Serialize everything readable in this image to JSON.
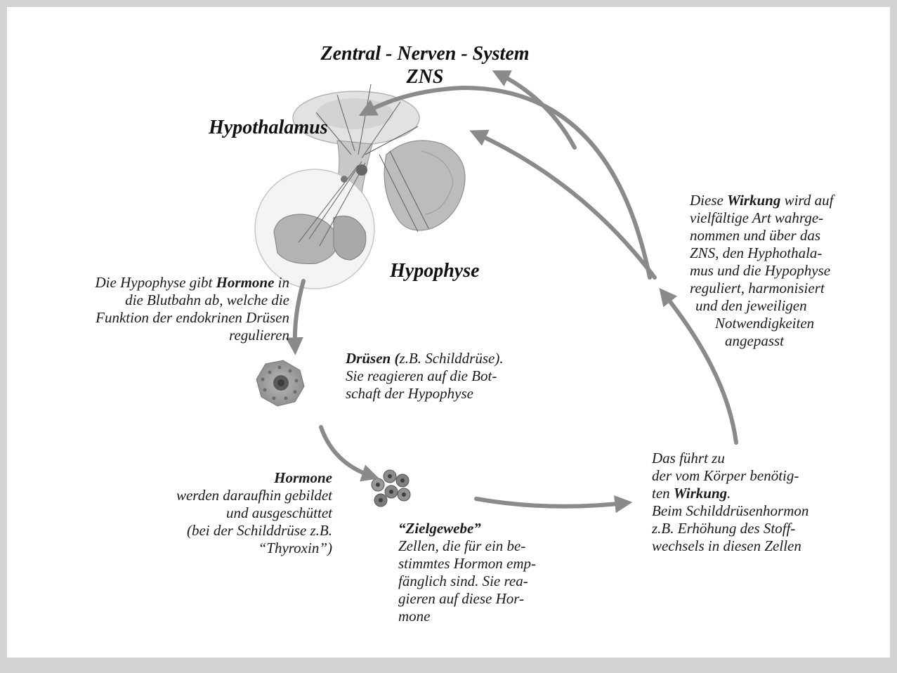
{
  "colors": {
    "background": "#d2d3d5",
    "canvas": "#ffffff",
    "arrow": "#8a8a8a",
    "text": "#1a1a1a"
  },
  "titles": {
    "zns_line1": "Zentral - Nerven - System",
    "zns_line2": "ZNS",
    "hypothalamus": "Hypothalamus",
    "hypophyse": "Hypophyse"
  },
  "blocks": {
    "hypophyse_text": {
      "l1_a": "Die Hypophyse gibt ",
      "l1_b": "Hormone",
      "l1_c": " in",
      "l2": "die Blutbahn ab, welche die",
      "l3": "Funktion der endokrinen Drüsen",
      "l4": "regulieren"
    },
    "druesen_text": {
      "l1_a": "Drüsen (",
      "l1_b": "z.B. Schilddrüse).",
      "l2": "Sie reagieren auf die Bot-",
      "l3": "schaft der Hypophyse"
    },
    "hormone_text": {
      "l1": "Hormone",
      "l2": "werden daraufhin gebildet",
      "l3": "und ausgeschüttet",
      "l4": "(bei der Schilddrüse z.B.",
      "l5": "“Thyroxin”)"
    },
    "zielgewebe_text": {
      "l1": "“Zielgewebe”",
      "l2": "Zellen, die für ein be-",
      "l3": "stimmtes Hormon emp-",
      "l4": "fänglich sind. Sie rea-",
      "l5": "gieren auf diese Hor-",
      "l6": "mone"
    },
    "wirkung_text": {
      "l1": "Das führt zu",
      "l2": "der vom Körper benötig-",
      "l3_a": "ten ",
      "l3_b": "Wirkung",
      "l3_c": ".",
      "l4": "Beim Schilddrüsenhormon",
      "l5": "z.B. Erhöhung des Stoff-",
      "l6": "wechsels in diesen Zellen"
    },
    "feedback_text": {
      "l1_a": "Diese ",
      "l1_b": "Wirkung",
      "l1_c": " wird  auf",
      "l2": "vielfältige Art wahrge-",
      "l3": "nommen und über das",
      "l4": "ZNS, den Hyphothala-",
      "l5": "mus und die Hypophyse",
      "l6": "reguliert, harmonisiert",
      "l7": "und den jeweiligen",
      "l8": "Notwendigkeiten",
      "l9": "angepasst"
    }
  }
}
